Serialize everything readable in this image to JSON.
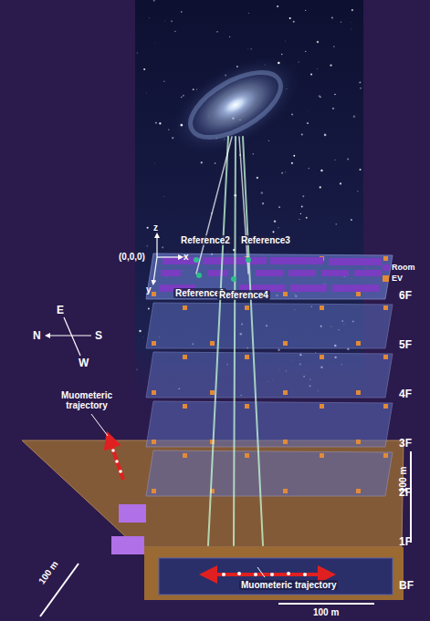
{
  "diagram": {
    "labels": [
      "Reference2",
      "Reference3",
      "(0,0,0)",
      "z",
      "x",
      "y",
      "Reference1",
      "Reference4",
      "6F",
      "5F",
      "4F",
      "3F",
      "2F",
      "1F",
      "BF",
      "N",
      "E",
      "S",
      "W",
      "Muometeric trajectory",
      "100 m",
      "100 m",
      "100 m",
      "Muometeric trajectory"
    ],
    "legend": [
      {
        "text": "Room",
        "color": "#7a3cc0"
      },
      {
        "text": "EV",
        "color": "#e08a3a"
      }
    ]
  }
}
